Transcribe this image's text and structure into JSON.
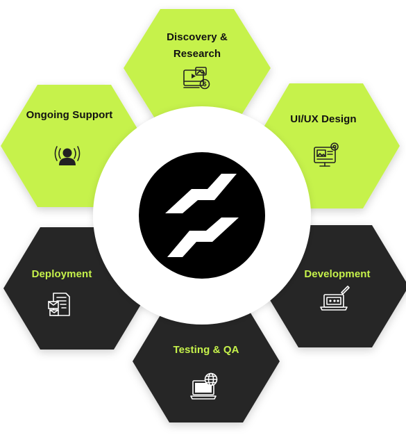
{
  "colors": {
    "lime": "#C6F24B",
    "dark": "#262626",
    "ring": "#FFFFFF",
    "center_circle": "#000000",
    "logo": "#FFFFFF",
    "text_on_lime": "#111111",
    "text_on_dark": "#C6F24B"
  },
  "center": {
    "logo_name": "brand-logo-icon"
  },
  "stages": [
    {
      "id": "discovery",
      "label_lines": [
        "Discovery &",
        "Research"
      ],
      "icon": "video-research-icon",
      "theme": "lime"
    },
    {
      "id": "uiux",
      "label_lines": [
        "UI/UX Design"
      ],
      "icon": "design-monitor-icon",
      "theme": "lime"
    },
    {
      "id": "development",
      "label_lines": [
        "Development"
      ],
      "icon": "laptop-code-icon",
      "theme": "dark"
    },
    {
      "id": "testing",
      "label_lines": [
        "Testing & QA"
      ],
      "icon": "computer-globe-icon",
      "theme": "dark"
    },
    {
      "id": "deployment",
      "label_lines": [
        "Deployment"
      ],
      "icon": "document-mail-icon",
      "theme": "dark"
    },
    {
      "id": "support",
      "label_lines": [
        "Ongoing Support"
      ],
      "icon": "support-agent-icon",
      "theme": "lime"
    }
  ]
}
